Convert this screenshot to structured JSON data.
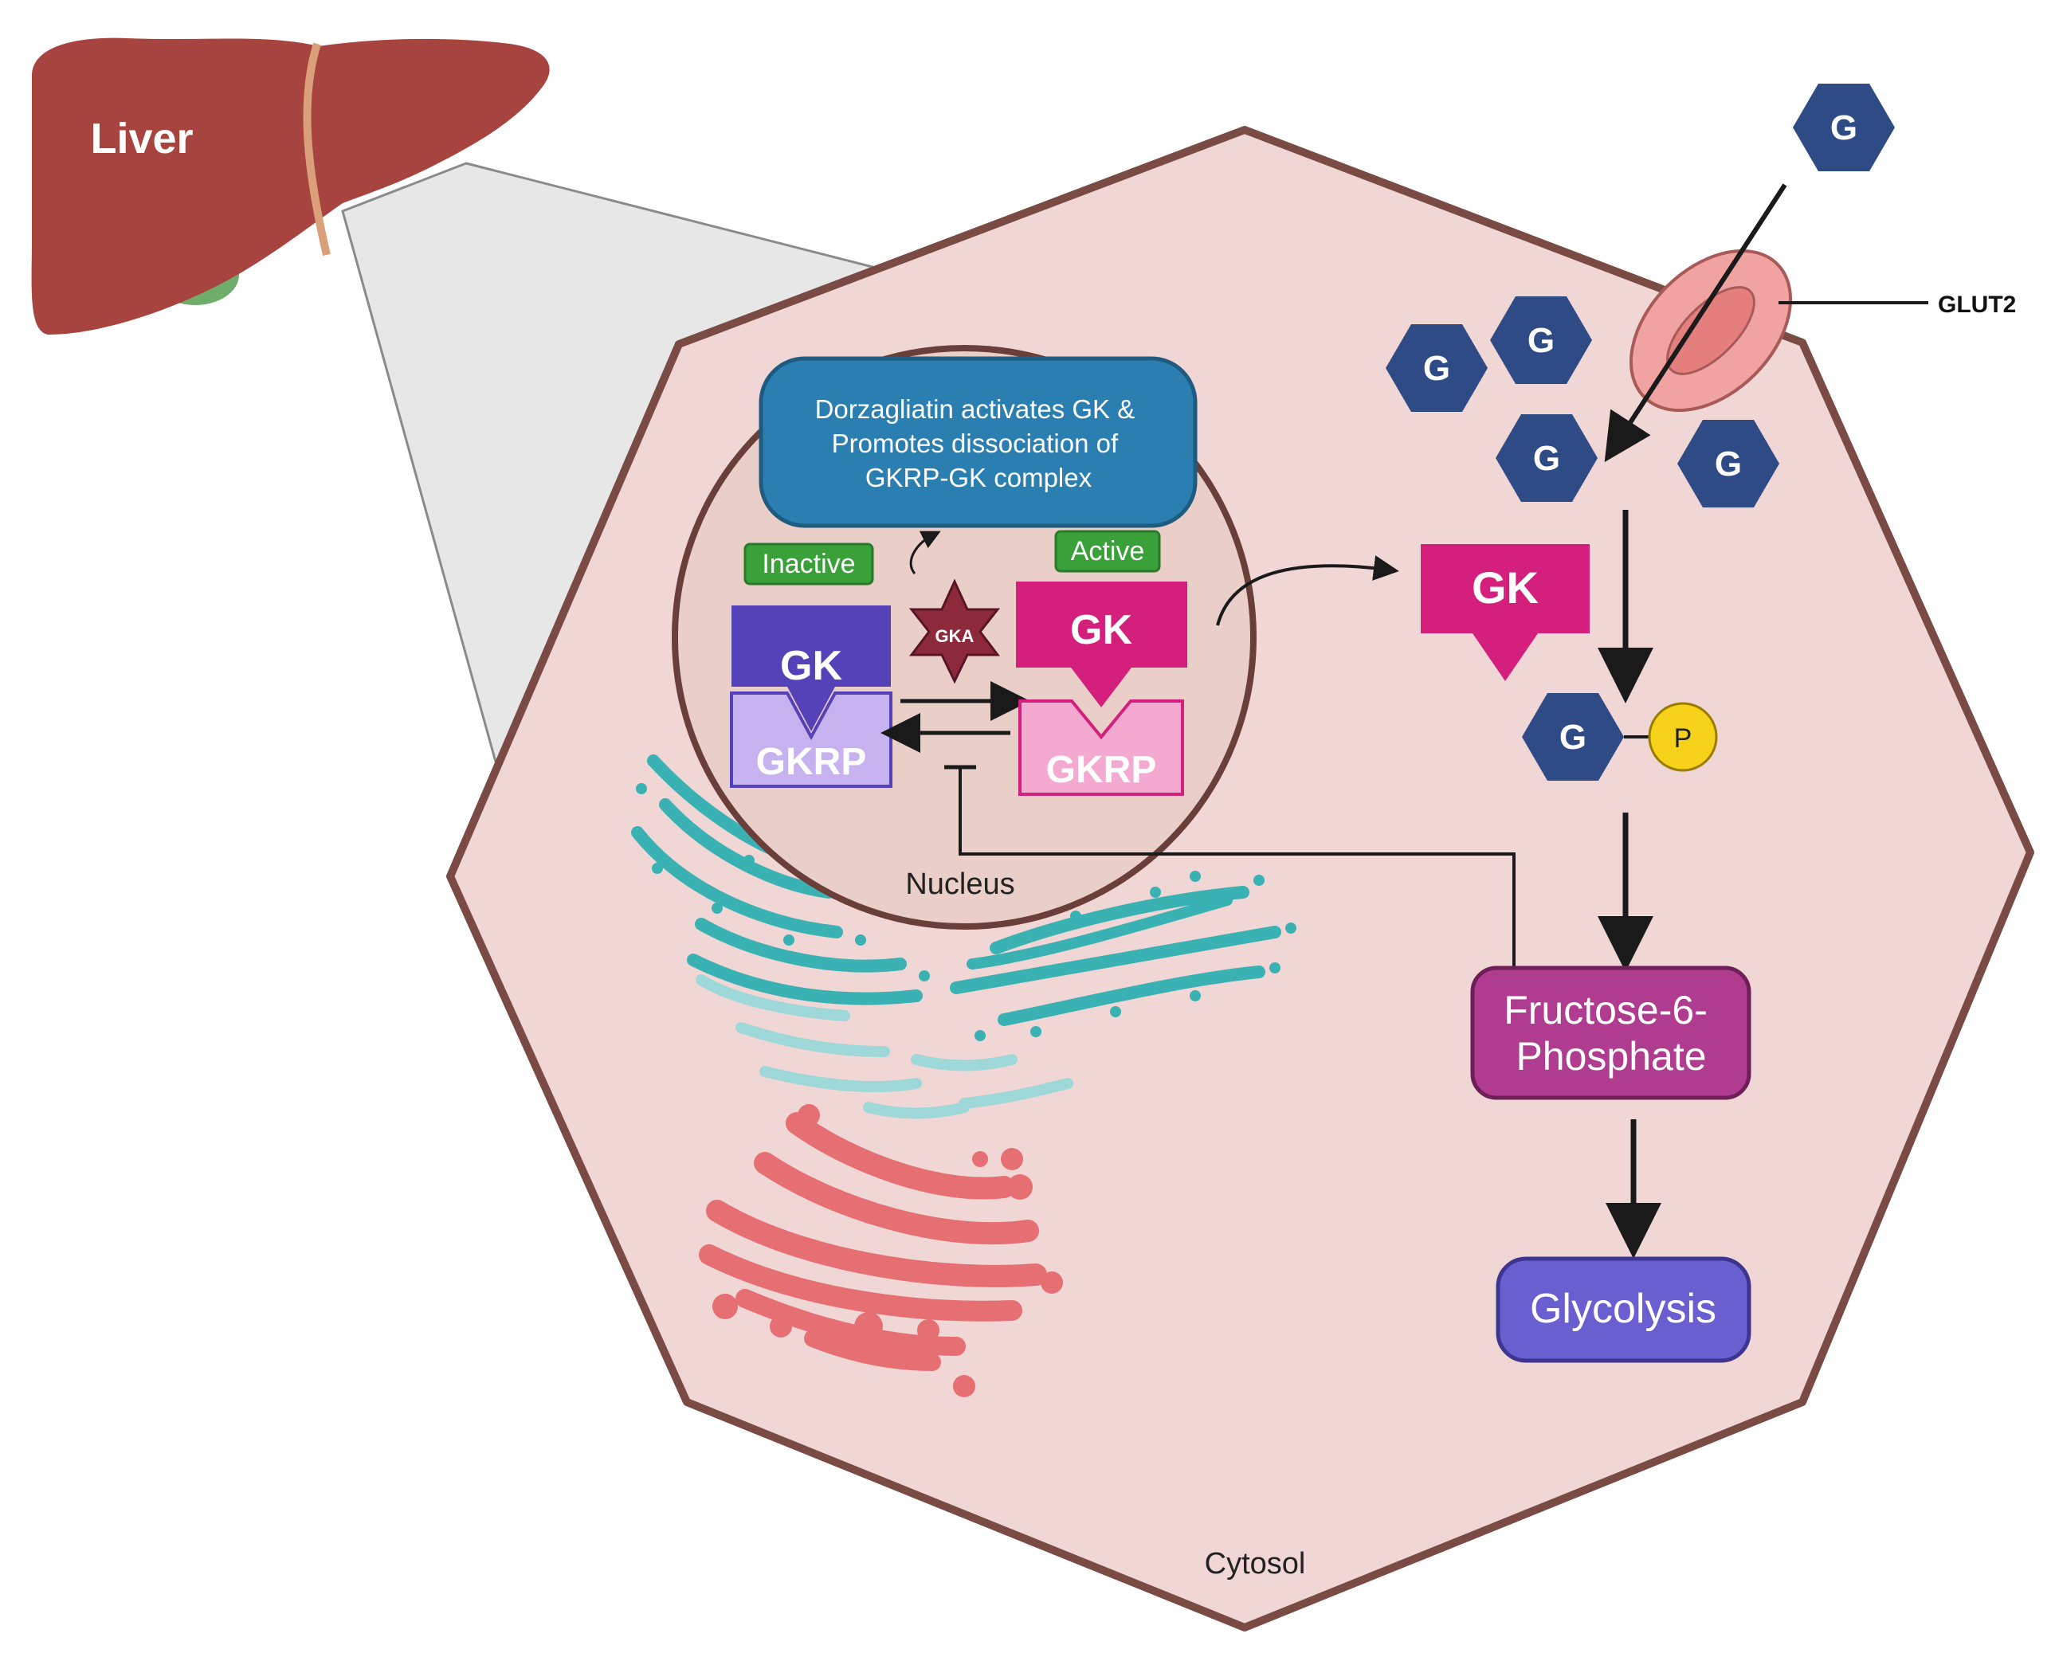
{
  "organ": {
    "label": "Liver"
  },
  "cell": {
    "cytosol_label": "Cytosol",
    "nucleus_label": "Nucleus"
  },
  "callout": {
    "lines": [
      "Dorzagliatin activates GK &",
      "Promotes dissociation of",
      "GKRP-GK complex"
    ]
  },
  "states": {
    "inactive_label": "Inactive",
    "active_label": "Active"
  },
  "complexes": {
    "gk_label": "GK",
    "gkrp_label": "GKRP",
    "activator_label": "GKA"
  },
  "transporter": {
    "label": "GLUT2"
  },
  "glucose": {
    "label": "G"
  },
  "phosphate": {
    "label": "P"
  },
  "pathway": {
    "gk_label": "GK",
    "f6p_lines": [
      "Fructose-6-",
      "Phosphate"
    ],
    "glycolysis_label": "Glycolysis"
  },
  "colors": {
    "liver": "#a8443f",
    "cell_fill": "#f0d6d5",
    "cell_stroke": "#7a4a45",
    "callout": "#2a7fb0",
    "badge_green": "#3aa03a",
    "gk_inactive": "#5642b8",
    "gkrp_inactive": "#c6b2ee",
    "gk_active": "#d41f7c",
    "gkrp_active": "#f4a9d0",
    "glucose": "#2f4b86",
    "phosphate": "#f7d21a",
    "f6p": "#b03c8f",
    "glycolysis": "#6a5fd0",
    "er": "#3ab2b4",
    "golgi": "#e66f73"
  }
}
